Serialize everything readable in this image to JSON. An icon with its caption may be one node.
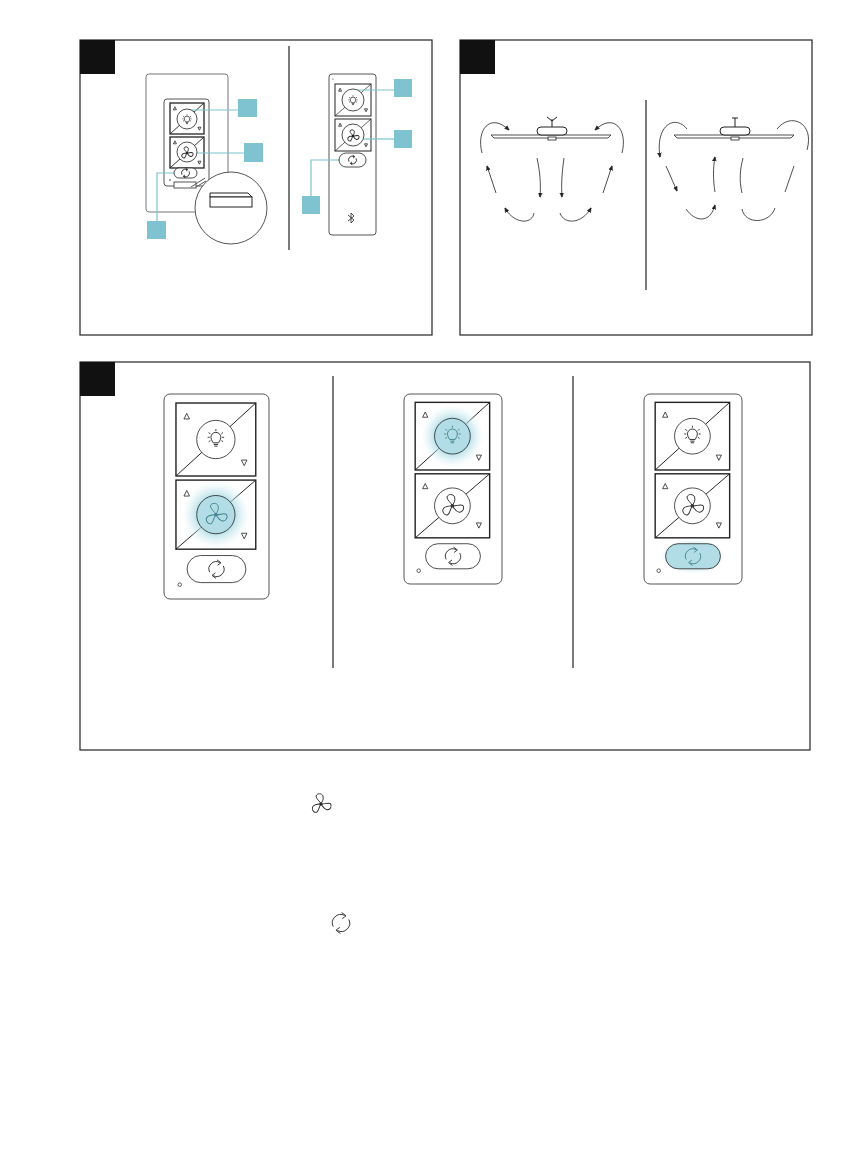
{
  "diagram": {
    "nodes": [
      {
        "text": [],
        "shape": "box"
      },
      {
        "text": [],
        "shape": "box"
      },
      {
        "text": [],
        "shape": "box"
      },
      {
        "text": [],
        "shape": "box"
      },
      {
        "text": [],
        "shape": "box"
      },
      {
        "text": [],
        "shape": "box"
      },
      {
        "text": [],
        "shape": "circle"
      },
      {
        "text": [],
        "shape": "circle"
      },
      {
        "text": [],
        "shape": "button"
      },
      {
        "text": [],
        "shape": "circle"
      },
      {
        "text": [],
        "shape": "circle"
      },
      {
        "text": [],
        "shape": "button"
      }
    ],
    "edges": [
      {
        "from": 0,
        "to": 6,
        "arrow": "none"
      },
      {
        "from": 1,
        "to": 7,
        "arrow": "none"
      },
      {
        "from": 2,
        "to": 8,
        "arrow": "none"
      },
      {
        "from": 3,
        "to": 9,
        "arrow": "none"
      },
      {
        "from": 4,
        "to": 10,
        "arrow": "none"
      },
      {
        "from": 5,
        "to": 11,
        "arrow": "none"
      }
    ]
  }
}
